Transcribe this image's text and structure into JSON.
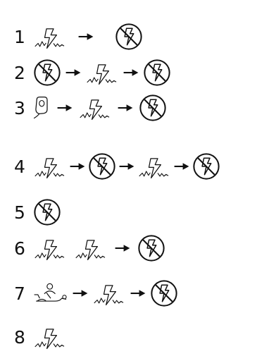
{
  "colors": {
    "ink": "#111111",
    "background": "#ffffff"
  },
  "legend": {
    "shock_icon": "shock-icon",
    "no_shock_icon": "no-shock-icon",
    "arrow_icon": "arrow-right-icon",
    "device_icon": "defibrillator-pad-icon",
    "cpr_icon": "cpr-person-icon"
  },
  "rows": [
    {
      "number": "1",
      "sequence": [
        "shock",
        "arrow",
        "no-shock"
      ]
    },
    {
      "number": "2",
      "sequence": [
        "no-shock",
        "arrow",
        "shock",
        "arrow",
        "no-shock"
      ]
    },
    {
      "number": "3",
      "sequence": [
        "device",
        "arrow",
        "shock",
        "arrow",
        "no-shock"
      ]
    },
    {
      "number": "4",
      "sequence": [
        "shock",
        "arrow",
        "no-shock",
        "arrow",
        "shock",
        "arrow",
        "no-shock"
      ]
    },
    {
      "number": "5",
      "sequence": [
        "no-shock"
      ]
    },
    {
      "number": "6",
      "sequence": [
        "shock",
        "shock",
        "arrow",
        "no-shock"
      ]
    },
    {
      "number": "7",
      "sequence": [
        "cpr",
        "arrow",
        "shock",
        "arrow",
        "no-shock"
      ]
    },
    {
      "number": "8",
      "sequence": [
        "shock"
      ]
    }
  ]
}
